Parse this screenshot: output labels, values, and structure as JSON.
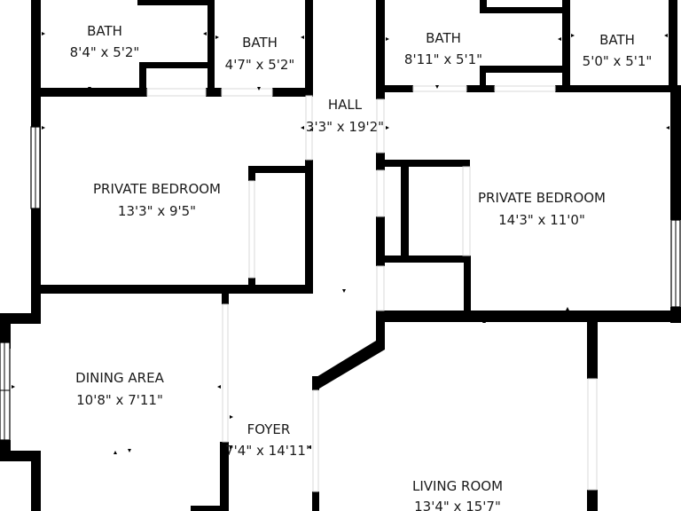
{
  "floorplan": {
    "wall_color": "#000000",
    "background_color": "#ffffff",
    "rooms": [
      {
        "id": "bath-1",
        "name": "BATH",
        "dims": "8'4\" x 5'2\""
      },
      {
        "id": "bath-2",
        "name": "BATH",
        "dims": "4'7\" x 5'2\""
      },
      {
        "id": "bath-3",
        "name": "BATH",
        "dims": "8'11\" x 5'1\""
      },
      {
        "id": "bath-4",
        "name": "BATH",
        "dims": "5'0\" x 5'1\""
      },
      {
        "id": "hall",
        "name": "HALL",
        "dims": "3'3\" x 19'2\""
      },
      {
        "id": "bedroom-left",
        "name": "PRIVATE BEDROOM",
        "dims": "13'3\" x 9'5\""
      },
      {
        "id": "bedroom-right",
        "name": "PRIVATE BEDROOM",
        "dims": "14'3\" x 11'0\""
      },
      {
        "id": "dining",
        "name": "DINING AREA",
        "dims": "10'8\" x 7'11\""
      },
      {
        "id": "foyer",
        "name": "FOYER",
        "dims": "7'4\" x 14'11\""
      },
      {
        "id": "living",
        "name": "LIVING ROOM",
        "dims": "13'4\" x 15'7\""
      }
    ]
  }
}
